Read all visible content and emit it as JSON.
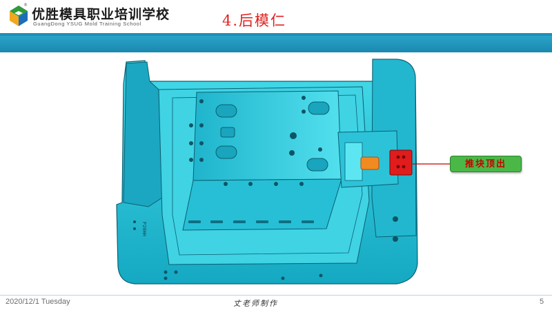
{
  "header": {
    "logo_cn": "优胜模具职业培训学校",
    "logo_en": "GuangDong YSUG Mold Training School",
    "logo_mark": "ysug-logo-mark",
    "registered_mark": "®",
    "title": "4.后模仁"
  },
  "figure": {
    "callout_label": "推块顶出",
    "side_marking": "P20HH",
    "accent_colors": {
      "mold_body": "#29c8dc",
      "ejector_block": "#e11c1c",
      "highlight_part": "#f28a22",
      "callout_bg": "#49b847"
    }
  },
  "footer": {
    "date": "2020/12/1 Tuesday",
    "author": "丈老师制作",
    "page_number": "5"
  }
}
